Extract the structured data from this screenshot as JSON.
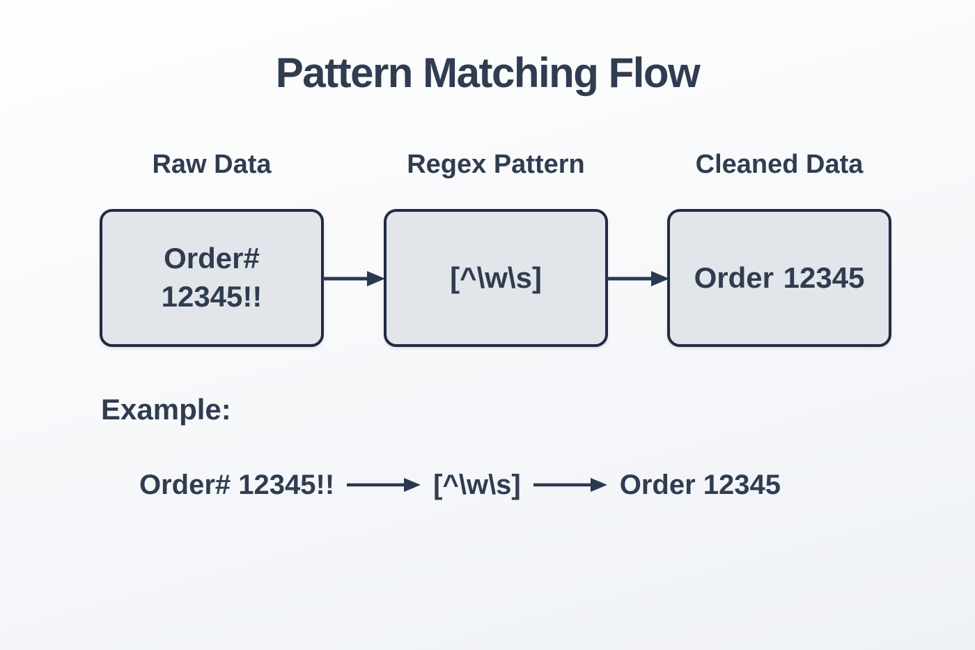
{
  "title": "Pattern Matching Flow",
  "colors": {
    "text": "#303c50",
    "box_fill": "#e2e5ea",
    "box_border": "#1f2c42",
    "arrow": "#2b3850"
  },
  "flow": {
    "stages": [
      {
        "label": "Raw Data",
        "content": "Order# 12345!!"
      },
      {
        "label": "Regex Pattern",
        "content": "[^\\w\\s]"
      },
      {
        "label": "Cleaned Data",
        "content": "Order 12345"
      }
    ]
  },
  "example": {
    "heading": "Example:",
    "steps": [
      "Order# 12345!!",
      "[^\\w\\s]",
      "Order 12345"
    ]
  }
}
